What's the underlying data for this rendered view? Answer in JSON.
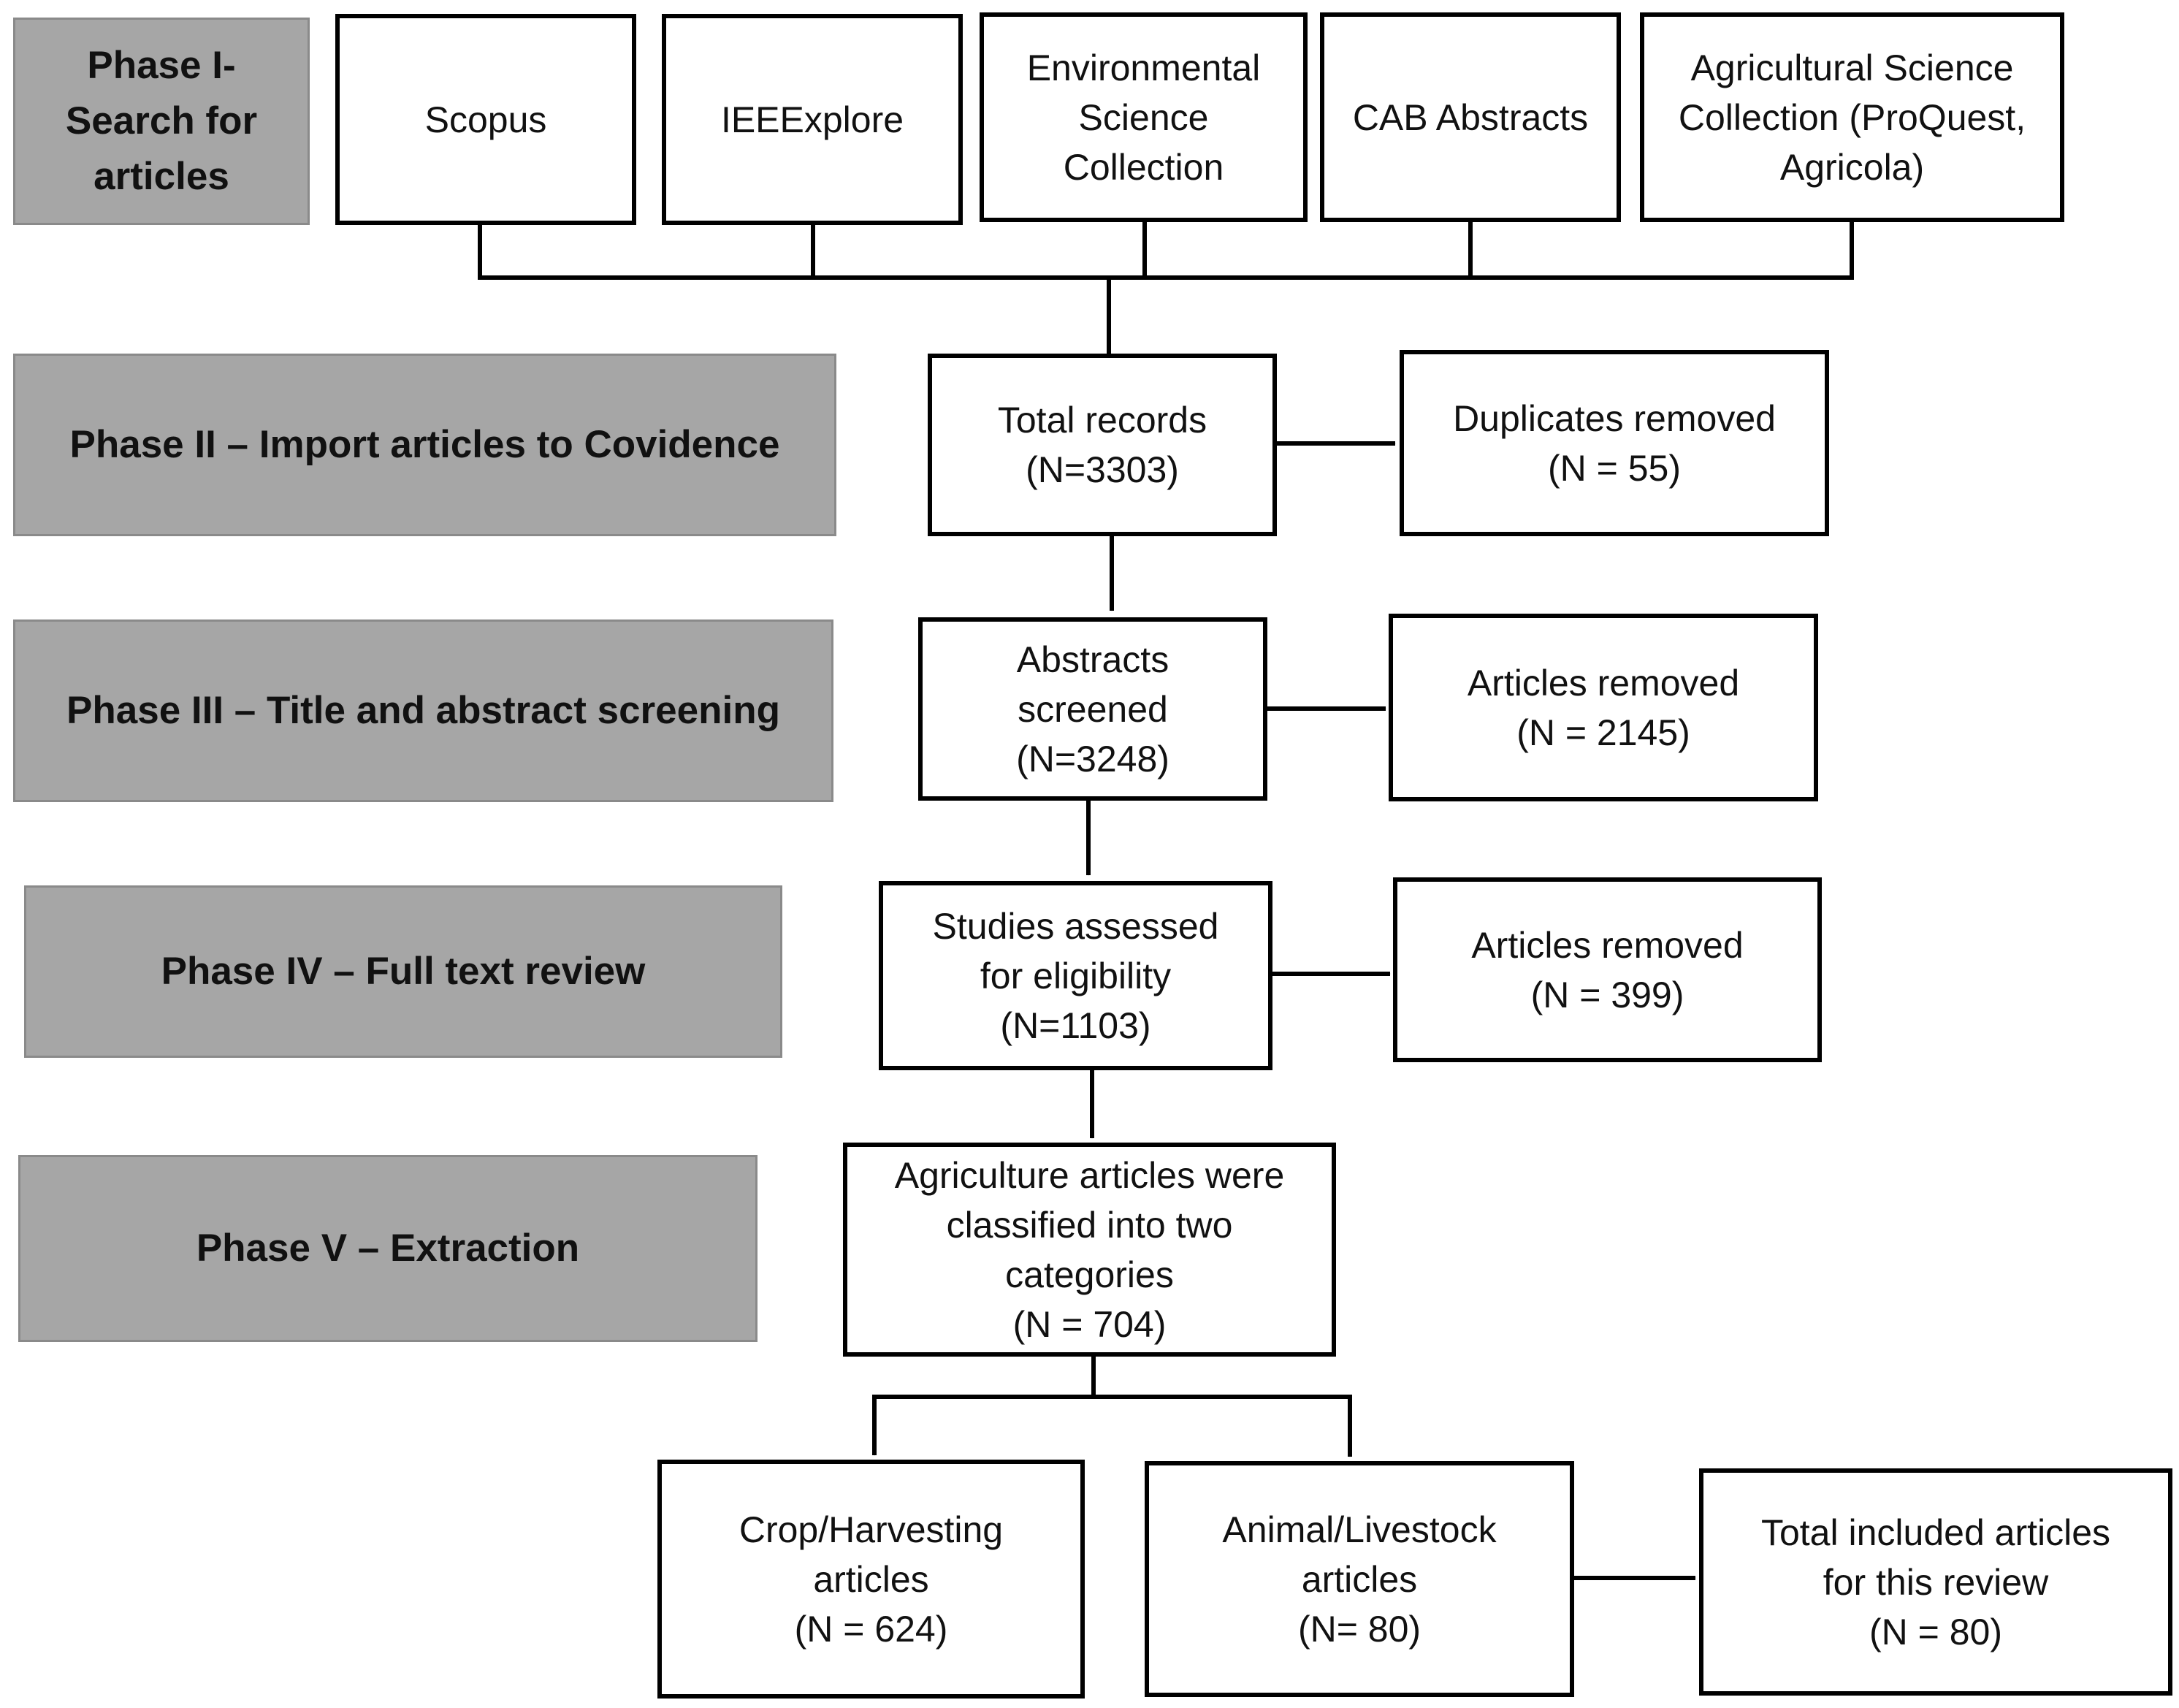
{
  "phases": {
    "p1": {
      "l1": "Phase I-",
      "l2": "Search for",
      "l3": "articles"
    },
    "p2": "Phase II – Import articles to Covidence",
    "p3": "Phase III – Title and abstract screening",
    "p4": "Phase IV – Full text review",
    "p5": "Phase V – Extraction"
  },
  "sources": {
    "scopus": {
      "l1": "Scopus"
    },
    "ieee": {
      "l1": "IEEExplore"
    },
    "env": {
      "l1": "Environmental",
      "l2": "Science",
      "l3": "Collection"
    },
    "cab": {
      "l1": "CAB Abstracts"
    },
    "agri": {
      "l1": "Agricultural Science",
      "l2": "Collection (ProQuest,",
      "l3": "Agricola)"
    }
  },
  "flow": {
    "total": {
      "l1": "Total records",
      "l2": "(N=3303)"
    },
    "dup": {
      "l1": "Duplicates removed",
      "l2": "(N = 55)"
    },
    "abs": {
      "l1": "Abstracts",
      "l2": "screened",
      "l3": "(N=3248)"
    },
    "rem1": {
      "l1": "Articles removed",
      "l2": "(N = 2145)"
    },
    "elig": {
      "l1": "Studies assessed",
      "l2": "for eligibility",
      "l3": "(N=1103)"
    },
    "rem2": {
      "l1": "Articles removed",
      "l2": "(N = 399)"
    },
    "agri": {
      "l1": "Agriculture articles were",
      "l2": "classified into two",
      "l3": "categories",
      "l4": "(N = 704)"
    },
    "crop": {
      "l1": "Crop/Harvesting",
      "l2": "articles",
      "l3": "(N = 624)"
    },
    "animal": {
      "l1": "Animal/Livestock",
      "l2": "articles",
      "l3": "(N= 80)"
    },
    "final": {
      "l1": "Total included articles",
      "l2": "for this review",
      "l3": "(N = 80)"
    }
  }
}
